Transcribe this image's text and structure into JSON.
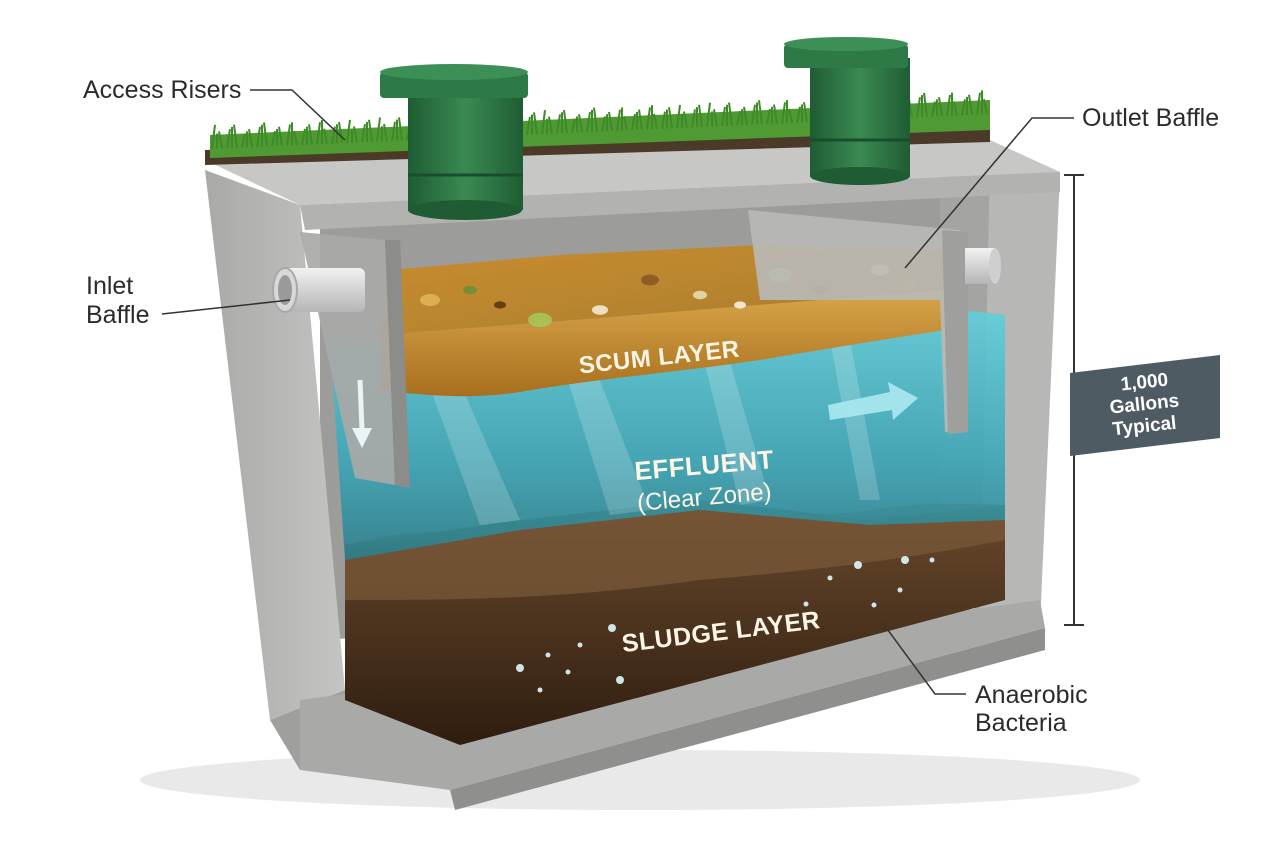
{
  "diagram": {
    "callouts": {
      "access_risers": "Access Risers",
      "outlet_baffle": "Outlet Baffle",
      "inlet_line1": "Inlet",
      "inlet_line2": "Baffle",
      "anaerobic_line1": "Anaerobic",
      "anaerobic_line2": "Bacteria"
    },
    "layers": {
      "scum": "SCUM LAYER",
      "effluent": "EFFLUENT",
      "effluent_sub": "(Clear Zone)",
      "sludge": "SLUDGE LAYER"
    },
    "capacity": {
      "line1": "1,000",
      "line2": "Gallons",
      "line3": "Typical"
    },
    "colors": {
      "concrete": "#b9b9b7",
      "riser_green": "#2f7a45",
      "grass": "#4f9a32",
      "scum": "#c8902a",
      "effluent": "#48b7c6",
      "sludge": "#4a2f1c",
      "badge": "#4f5b62"
    }
  }
}
